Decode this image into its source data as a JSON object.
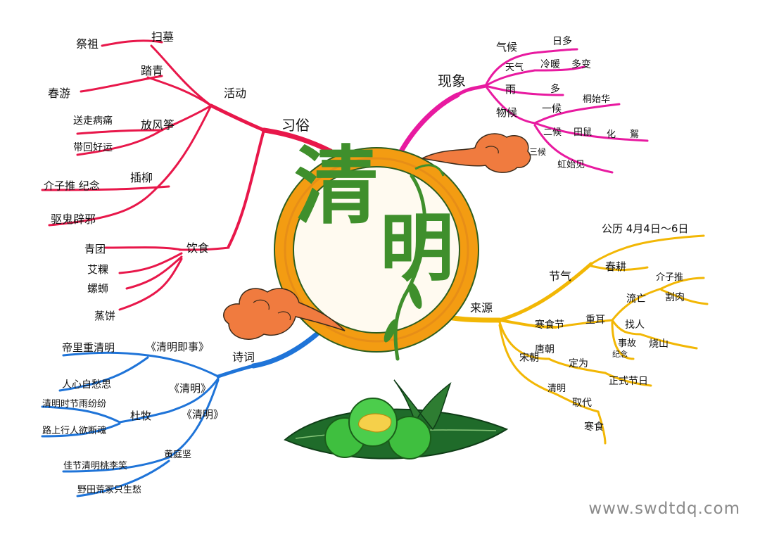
{
  "title": {
    "char1": "清",
    "char2": "明"
  },
  "colors": {
    "customs": "#e8174a",
    "phenomena": "#e81aa0",
    "origin": "#f2b705",
    "poetry": "#1f74d8",
    "ring": "#f39c12",
    "green": "#3f8f2c",
    "cloud": "#f07b3f"
  },
  "customs": {
    "label": "习俗",
    "activities": {
      "label": "活动",
      "saomu": "扫墓",
      "jizu": "祭祖",
      "taqing": "踏青",
      "chunyou": "春游",
      "fangfengzheng": "放风筝",
      "song": "送走病痛",
      "dai": "带回好运",
      "chaliu": "插柳",
      "jinian": "介子推 纪念",
      "quxie": "驱鬼辟邪"
    },
    "food": {
      "label": "饮食",
      "items": [
        "青团",
        "艾粿",
        "螺蛳",
        "蒸饼"
      ]
    }
  },
  "phenomena": {
    "label": "现象",
    "climate": {
      "label": "气候",
      "value": "日多"
    },
    "weather": {
      "label": "天气",
      "value1": "冷暖",
      "value2": "多变"
    },
    "rain": {
      "label": "雨",
      "value": "多"
    },
    "phenology": {
      "label": "物候",
      "first": {
        "label": "一候",
        "value": "桐始华"
      },
      "second": {
        "label": "二候",
        "value1": "田鼠",
        "value2": "化",
        "value3": "鴽"
      },
      "third": {
        "label": "三候",
        "value": "虹始见"
      }
    }
  },
  "origin": {
    "label": "来源",
    "solar_term": {
      "label": "节气",
      "date": "公历 4月4日～6日",
      "plough": "春耕"
    },
    "cold_food": {
      "label": "寒食节",
      "merge": "重耳",
      "liuwang": "流亡",
      "jzt": "介子推",
      "gerou": "割肉",
      "zhaoren": "找人",
      "shigu": "事故",
      "jinian": "纪念",
      "shaoshan": "烧山"
    },
    "tang": {
      "label": "唐朝",
      "dingwei": "定为",
      "festival": "正式节日"
    },
    "song": {
      "label": "宋朝",
      "qingming": "清明",
      "qudai": "取代",
      "hanshi": "寒食"
    }
  },
  "poetry": {
    "label": "诗词",
    "poem1": {
      "title": "《清明即事》",
      "line1": "帝里重清明",
      "line2": "人心自愁思"
    },
    "poem2": {
      "title": "《清明》",
      "author": "杜牧",
      "line1": "清明时节雨纷纷",
      "line2": "路上行人欲断魂"
    },
    "poem3": {
      "title": "《清明》",
      "author": "黄庭坚",
      "line1": "佳节清明桃李笑",
      "line2": "野田荒冢只生愁"
    }
  },
  "watermark": "www.swdtdq.com"
}
